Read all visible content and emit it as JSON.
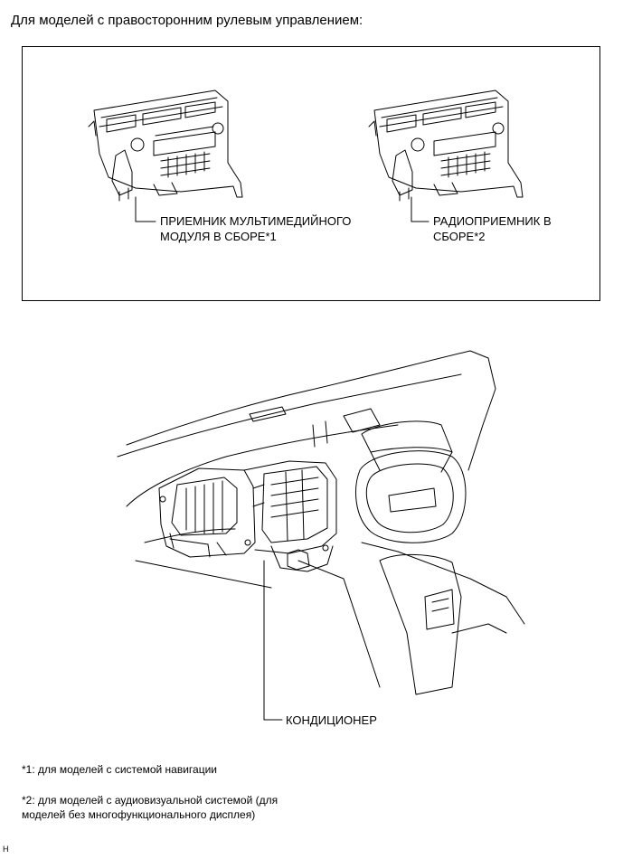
{
  "heading": "Для моделей с правосторонним рулевым управлением:",
  "callouts": {
    "multimedia_receiver_line1": "ПРИЕМНИК МУЛЬТИМЕДИЙНОГО",
    "multimedia_receiver_line2": "МОДУЛЯ В СБОРЕ*1",
    "radio_receiver_line1": "РАДИОПРИЕМНИК В",
    "radio_receiver_line2": "СБОРЕ*2",
    "air_conditioner": "КОНДИЦИОНЕР"
  },
  "notes": {
    "note1": "*1: для моделей с системой навигации",
    "note2_line1": "*2: для моделей с аудиовизуальной системой (для",
    "note2_line2": "моделей без многофункционального дисплея)"
  },
  "corner_mark": "H"
}
